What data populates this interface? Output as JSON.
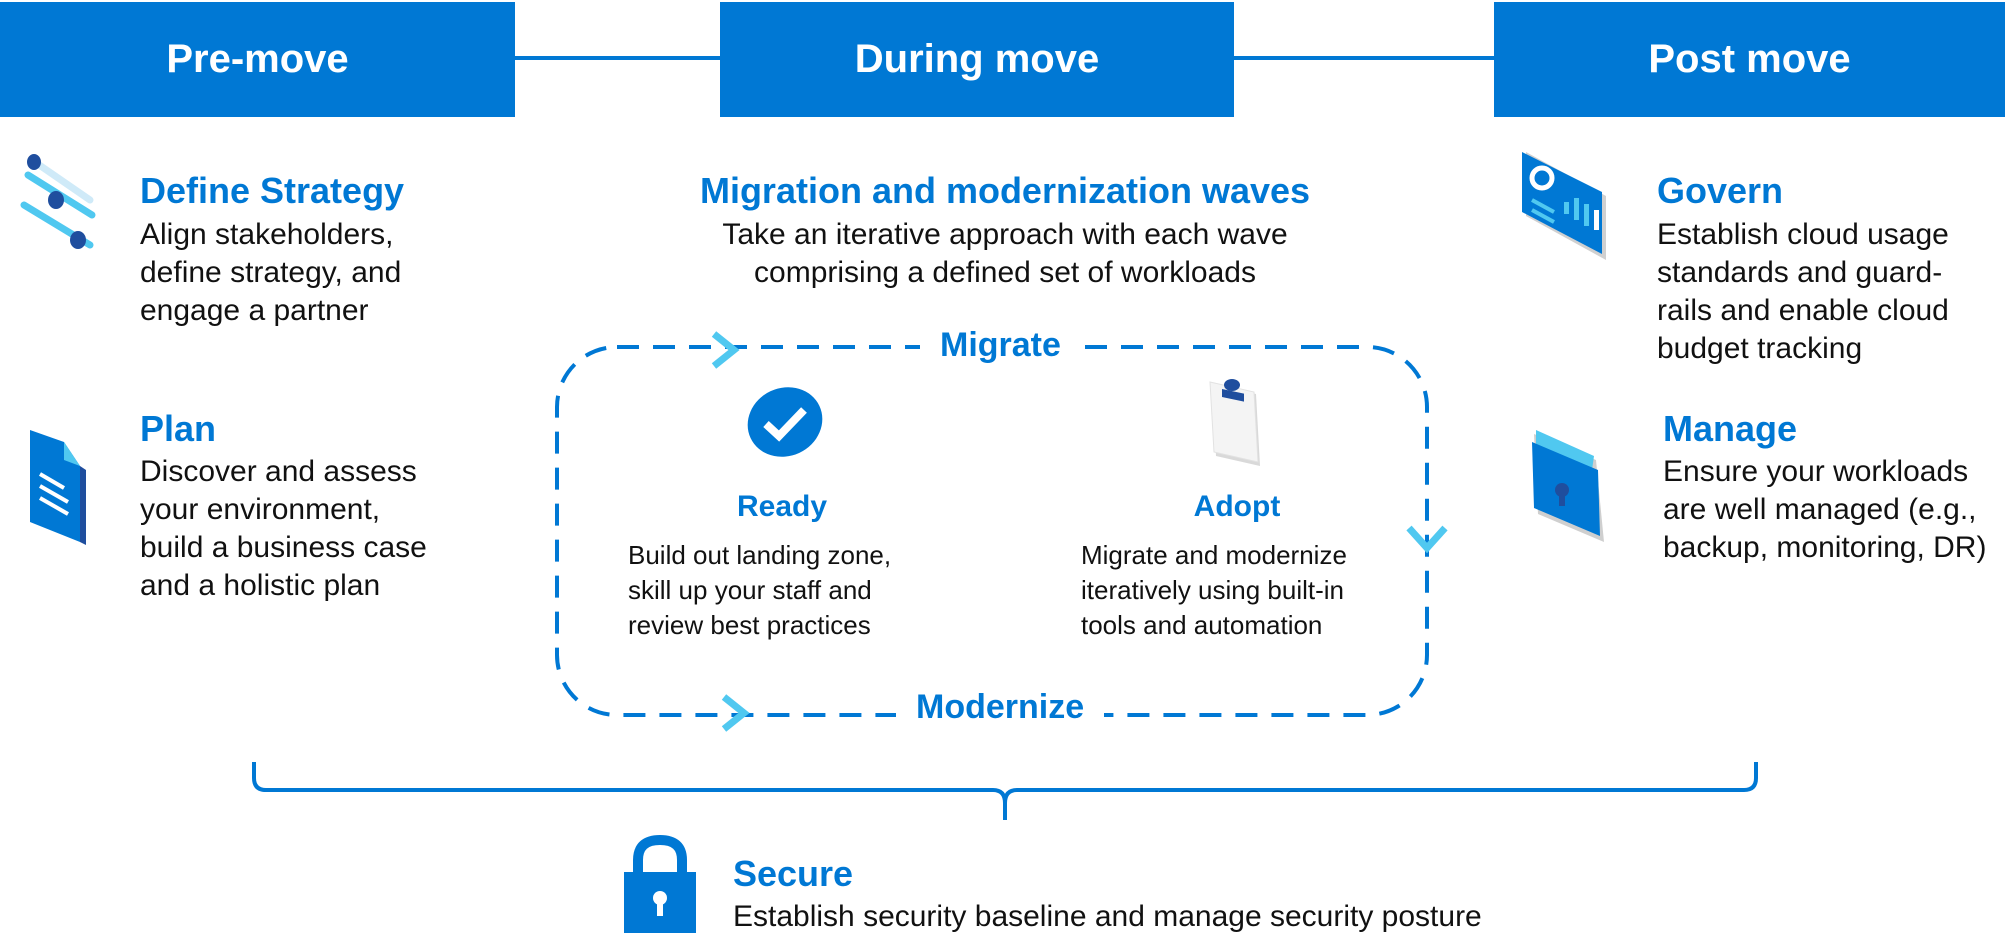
{
  "phases": {
    "pre": "Pre-move",
    "during": "During move",
    "post": "Post move"
  },
  "pre_move": {
    "define_strategy": {
      "title": "Define Strategy",
      "desc": "Align stakeholders,\ndefine strategy, and\nengage a partner",
      "icon": "strategy-sliders-icon"
    },
    "plan": {
      "title": "Plan",
      "desc": "Discover and assess\nyour environment,\nbuild a business case\nand a holistic plan",
      "icon": "document-icon"
    }
  },
  "during_move": {
    "title": "Migration and modernization waves",
    "desc": "Take an iterative approach with each wave\ncomprising a defined set of workloads",
    "loop_top_label": "Migrate",
    "loop_bottom_label": "Modernize",
    "ready": {
      "title": "Ready",
      "desc": "Build out  landing zone,\nskill up your staff and\nreview best practices",
      "icon": "checkmark-badge-icon"
    },
    "adopt": {
      "title": "Adopt",
      "desc": "Migrate and modernize\niteratively using built-in\ntools and automation",
      "icon": "clipboard-icon"
    }
  },
  "post_move": {
    "govern": {
      "title": "Govern",
      "desc": "Establish cloud usage\nstandards and guard-\nrails and enable cloud\nbudget tracking",
      "icon": "dashboard-monitor-icon"
    },
    "manage": {
      "title": "Manage",
      "desc": "Ensure your workloads\nare well managed (e.g.,\nbackup, monitoring, DR)",
      "icon": "locked-folder-icon"
    }
  },
  "secure": {
    "title": "Secure",
    "desc": "Establish security baseline and manage security posture",
    "icon": "padlock-icon"
  },
  "colors": {
    "brand": "#0078d4",
    "accent_light": "#50c8f0",
    "dark_blue": "#1f4e9e"
  }
}
